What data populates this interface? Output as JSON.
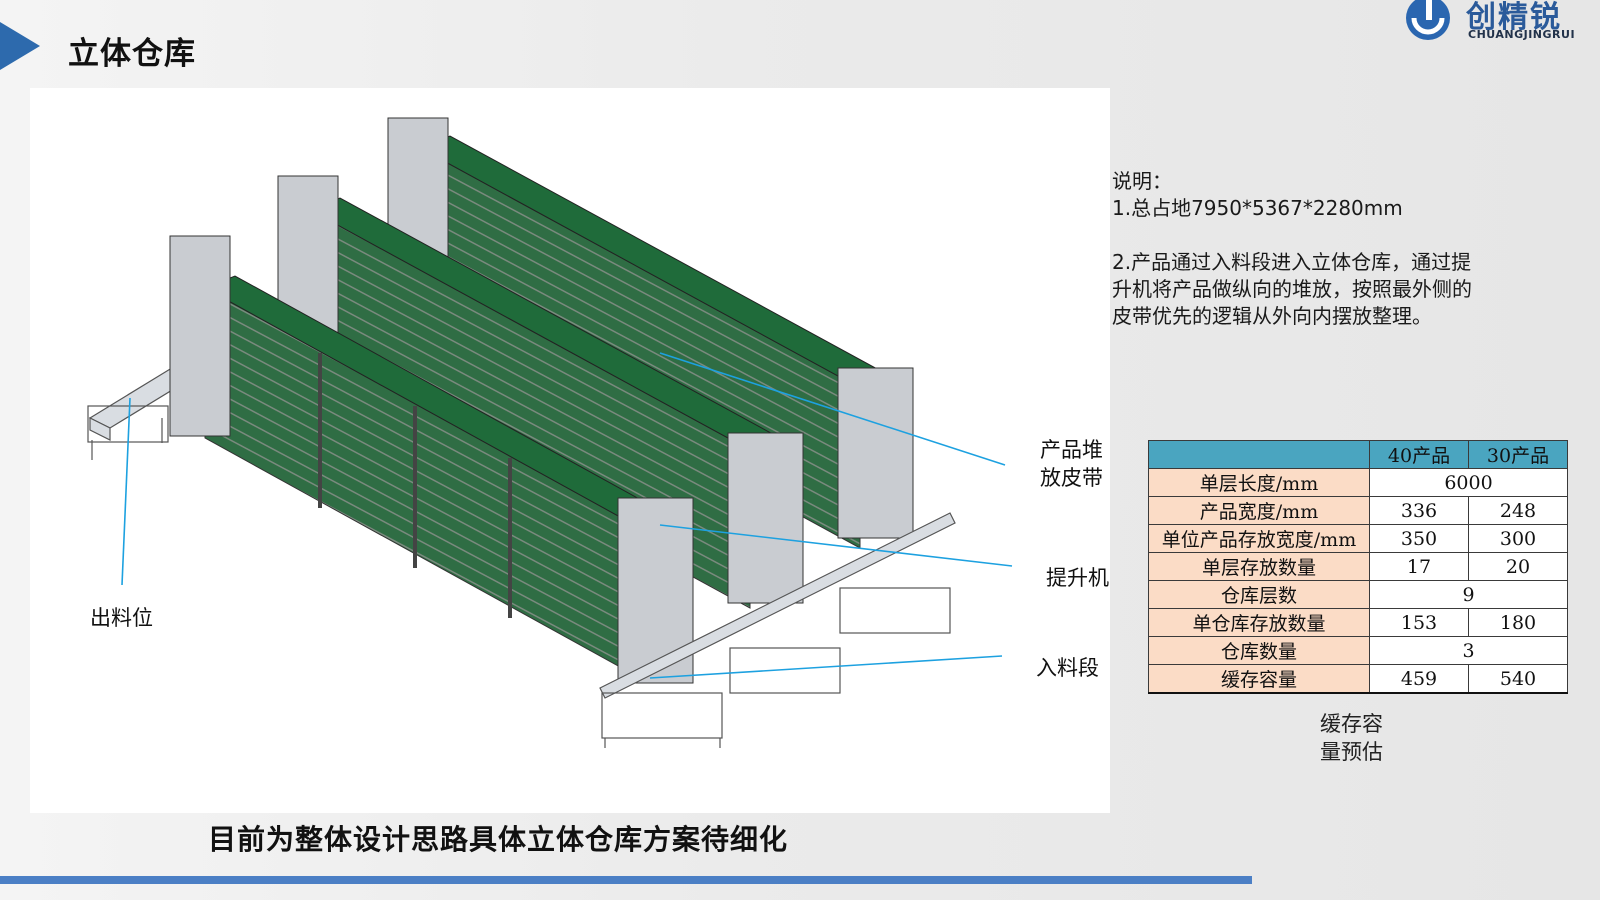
{
  "header": {
    "title": "立体仓库"
  },
  "logo": {
    "cn": "创精锐",
    "en": "CHUANGJINGRUI"
  },
  "callouts": {
    "product_belt": [
      "产品堆",
      "放皮带"
    ],
    "lifter": "提升机",
    "infeed": "入料段",
    "outfeed": "出料位"
  },
  "notes": {
    "heading": "说明：",
    "item1": "1.总占地7950*5367*2280mm",
    "item2": "2.产品通过入料段进入立体仓库，通过提\n升机将产品做纵向的堆放，按照最外侧的\n皮带优先的逻辑从外向内摆放整理。"
  },
  "spec_table": {
    "headers": [
      "",
      "40产品",
      "30产品"
    ],
    "rows": [
      {
        "label": "单层长度/mm",
        "merged": "6000"
      },
      {
        "label": "产品宽度/mm",
        "a": "336",
        "b": "248"
      },
      {
        "label": "单位产品存放宽度/mm",
        "a": "350",
        "b": "300"
      },
      {
        "label": "单层存放数量",
        "a": "17",
        "b": "20"
      },
      {
        "label": "仓库层数",
        "merged": "9"
      },
      {
        "label": "单仓库存放数量",
        "a": "153",
        "b": "180"
      },
      {
        "label": "仓库数量",
        "merged": "3"
      },
      {
        "label": "缓存容量",
        "a": "459",
        "b": "540"
      }
    ],
    "caption": [
      "缓存容",
      "量预估"
    ]
  },
  "footer": {
    "text": "目前为整体设计思路具体立体仓库方案待细化"
  },
  "colors": {
    "accent": "#2d6aad",
    "belt": "#1f6b3a",
    "table_header": "#4aa5c0",
    "table_label": "#fbdcc6",
    "callout_line": "#1da1e0"
  }
}
